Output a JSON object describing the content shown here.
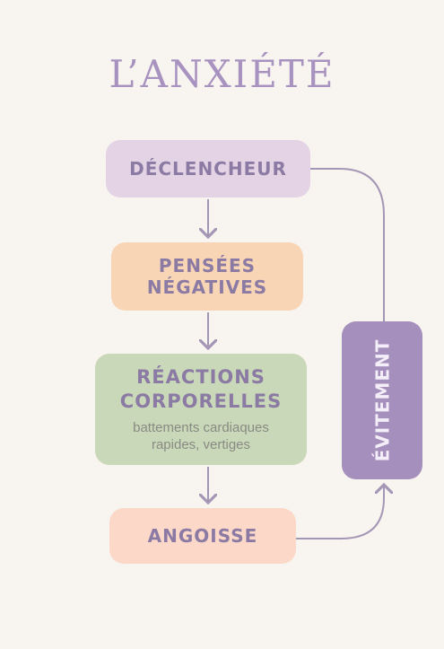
{
  "title": "L’ANXIÉTÉ",
  "nodes": {
    "declencheur": "DÉCLENCHEUR",
    "pensees": [
      "PENSÉES",
      "NÉGATIVES"
    ],
    "reactions": [
      "RÉACTIONS",
      "CORPORELLES"
    ],
    "reactions_detail": "battements cardiaques rapides, vertiges",
    "angoisse": "ANGOISSE",
    "evitement": "ÉVITEMENT"
  },
  "colors": {
    "title": "#a893c0",
    "declencheur": "#e3d3e4",
    "pensees": "#f8d5b4",
    "reactions": "#c8d8b8",
    "angoisse": "#fbd8c8",
    "evitement": "#a58fbc",
    "arrow": "#a497b6"
  }
}
